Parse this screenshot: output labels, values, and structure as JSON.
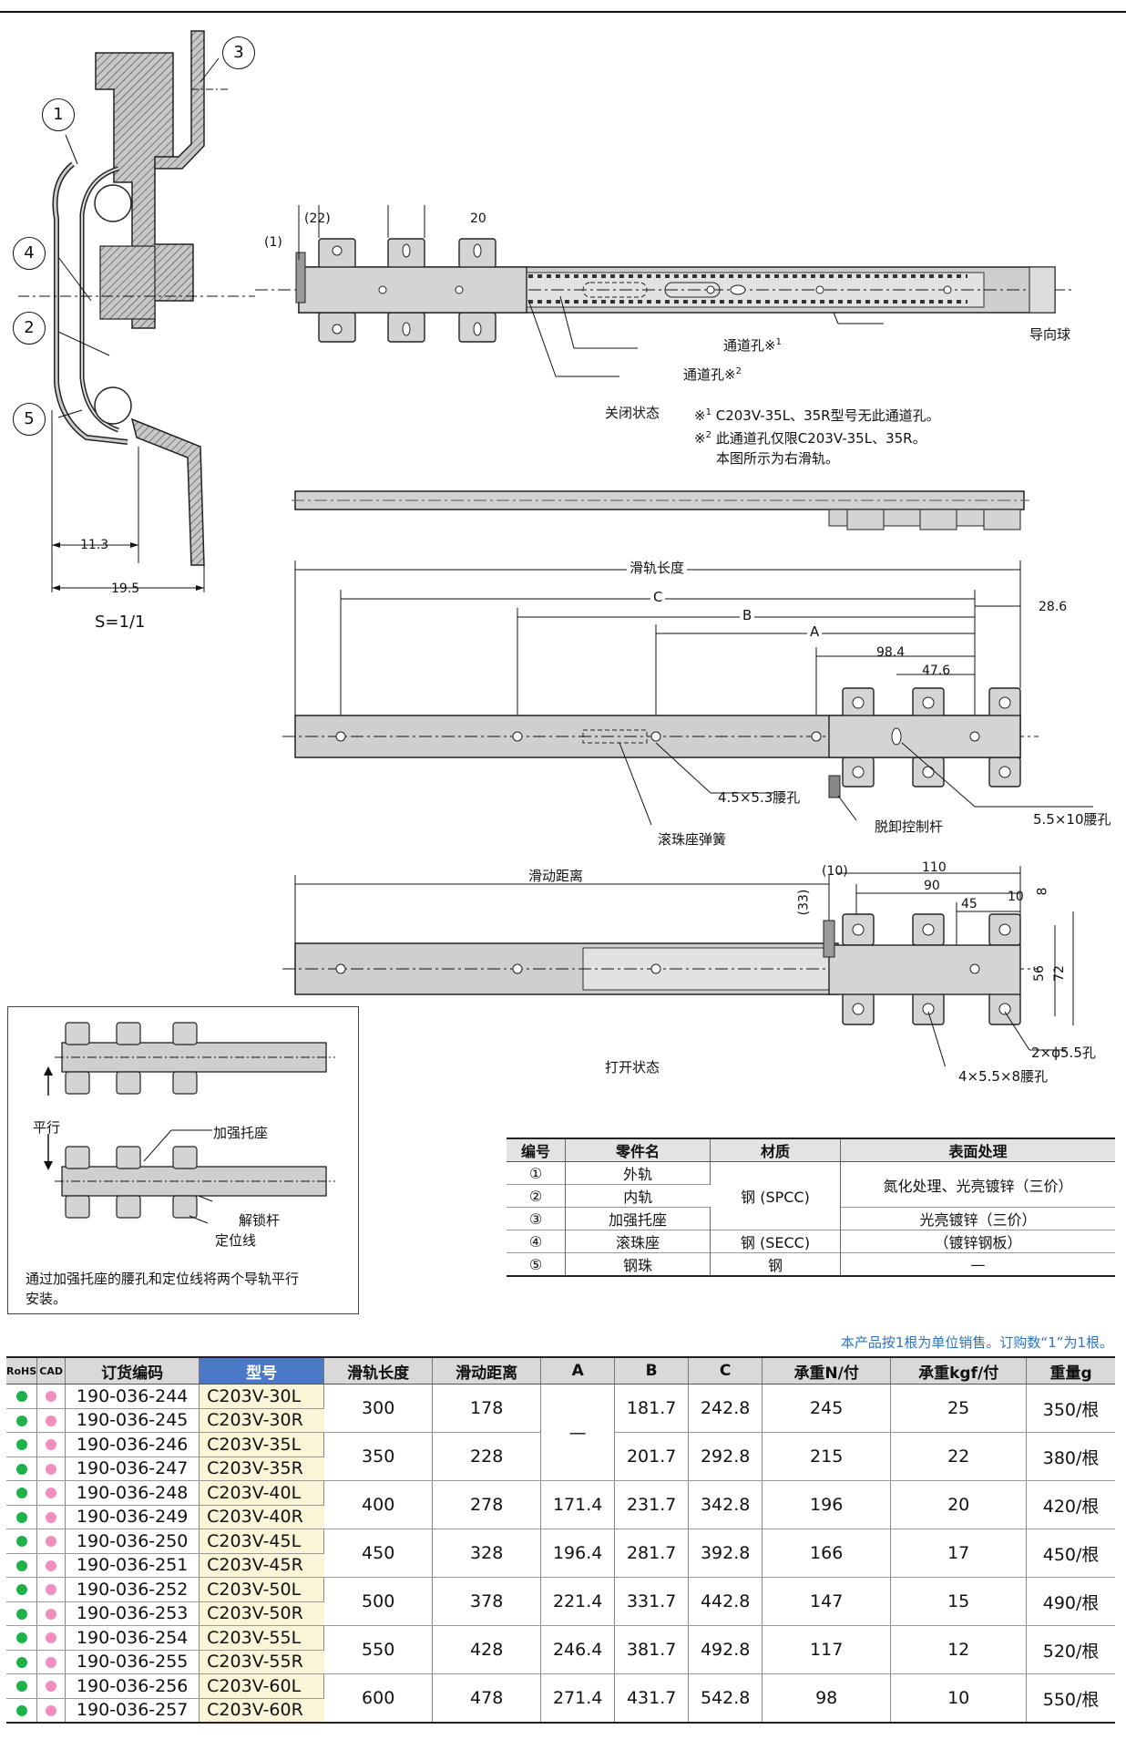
{
  "callouts": [
    "①",
    "②",
    "③",
    "④",
    "⑤"
  ],
  "cross_section": {
    "circle_numbers": [
      "1",
      "2",
      "3",
      "4",
      "5"
    ],
    "dim_11": "11.3",
    "dim_19": "19.5",
    "scale": "S=1/1"
  },
  "closed_view": {
    "dim_1": "(1)",
    "dim_22": "(22)",
    "dim_20": "20",
    "hole1": "通道孔※",
    "hole1_sup": "1",
    "hole2": "通道孔※",
    "hole2_sup": "2",
    "guide_ball": "导向球",
    "state": "关闭状态",
    "note_mark1": "※",
    "note_sup1": "1",
    "note1": "C203V-35L、35R型号无此通道孔。",
    "note_mark2": "※",
    "note_sup2": "2",
    "note2": "此通道孔仅限C203V-35L、35R。",
    "note3": "本图所示为右滑轨。"
  },
  "length_view": {
    "rail_length": "滑轨长度",
    "c": "C",
    "b": "B",
    "a": "A",
    "dim_286": "28.6",
    "dim_984": "98.4",
    "dim_476": "47.6",
    "slot_small": "4.5×5.3腰孔",
    "slot_large": "5.5×10腰孔",
    "spring": "滚珠座弹簧",
    "lever": "脱卸控制杆"
  },
  "open_view": {
    "travel": "滑动距离",
    "dim_10a": "(10)",
    "dim_110": "110",
    "dim_90": "90",
    "dim_45": "45",
    "dim_10": "10",
    "dim_8": "8",
    "dim_33": "(33)",
    "dim_56": "56",
    "dim_72": "72",
    "holes_round": "2×ϕ5.5孔",
    "holes_slot": "4×5.5×8腰孔",
    "state": "打开状态"
  },
  "inset": {
    "parallel": "平行",
    "bracket": "加强托座",
    "lever": "解锁杆",
    "line": "定位线",
    "caption1": "通过加强托座的腰孔和定位线将两个导轨平行",
    "caption2": "安装。"
  },
  "parts_table": {
    "headers": [
      "编号",
      "零件名",
      "材质",
      "表面处理"
    ],
    "rows": [
      {
        "no": "①",
        "name": "外轨"
      },
      {
        "no": "②",
        "name": "内轨"
      },
      {
        "no": "③",
        "name": "加强托座"
      },
      {
        "no": "④",
        "name": "滚珠座"
      },
      {
        "no": "⑤",
        "name": "钢珠"
      }
    ],
    "mat_steel_spcc": "钢 (SPCC)",
    "mat_steel_secc": "钢 (SECC)",
    "mat_steel": "钢",
    "surf_1": "氮化处理、光亮镀锌（三价）",
    "surf_2": "光亮镀锌（三价）",
    "surf_3": "（镀锌钢板）",
    "surf_4": "—"
  },
  "order": {
    "note": "本产品按1根为单位销售。订购数“1”为1根。",
    "headers": [
      "RoHS",
      "CAD",
      "订货编码",
      "型号",
      "滑轨长度",
      "滑动距离",
      "A",
      "B",
      "C",
      "承重N/付",
      "承重kgf/付",
      "重量g"
    ],
    "groups": [
      {
        "codes": [
          "190-036-244",
          "190-036-245"
        ],
        "models": [
          "C203V-30L",
          "C203V-30R"
        ],
        "len": "300",
        "travel": "178",
        "a": "",
        "b": "181.7",
        "c": "242.8",
        "n": "245",
        "kgf": "25",
        "w": "350/根"
      },
      {
        "codes": [
          "190-036-246",
          "190-036-247"
        ],
        "models": [
          "C203V-35L",
          "C203V-35R"
        ],
        "len": "350",
        "travel": "228",
        "a": "",
        "b": "201.7",
        "c": "292.8",
        "n": "215",
        "kgf": "22",
        "w": "380/根"
      },
      {
        "codes": [
          "190-036-248",
          "190-036-249"
        ],
        "models": [
          "C203V-40L",
          "C203V-40R"
        ],
        "len": "400",
        "travel": "278",
        "a": "171.4",
        "b": "231.7",
        "c": "342.8",
        "n": "196",
        "kgf": "20",
        "w": "420/根"
      },
      {
        "codes": [
          "190-036-250",
          "190-036-251"
        ],
        "models": [
          "C203V-45L",
          "C203V-45R"
        ],
        "len": "450",
        "travel": "328",
        "a": "196.4",
        "b": "281.7",
        "c": "392.8",
        "n": "166",
        "kgf": "17",
        "w": "450/根"
      },
      {
        "codes": [
          "190-036-252",
          "190-036-253"
        ],
        "models": [
          "C203V-50L",
          "C203V-50R"
        ],
        "len": "500",
        "travel": "378",
        "a": "221.4",
        "b": "331.7",
        "c": "442.8",
        "n": "147",
        "kgf": "15",
        "w": "490/根"
      },
      {
        "codes": [
          "190-036-254",
          "190-036-255"
        ],
        "models": [
          "C203V-55L",
          "C203V-55R"
        ],
        "len": "550",
        "travel": "428",
        "a": "246.4",
        "b": "381.7",
        "c": "492.8",
        "n": "117",
        "kgf": "12",
        "w": "520/根"
      },
      {
        "codes": [
          "190-036-256",
          "190-036-257"
        ],
        "models": [
          "C203V-60L",
          "C203V-60R"
        ],
        "len": "600",
        "travel": "478",
        "a": "271.4",
        "b": "431.7",
        "c": "542.8",
        "n": "98",
        "kgf": "10",
        "w": "550/根"
      }
    ],
    "dash": "—"
  }
}
